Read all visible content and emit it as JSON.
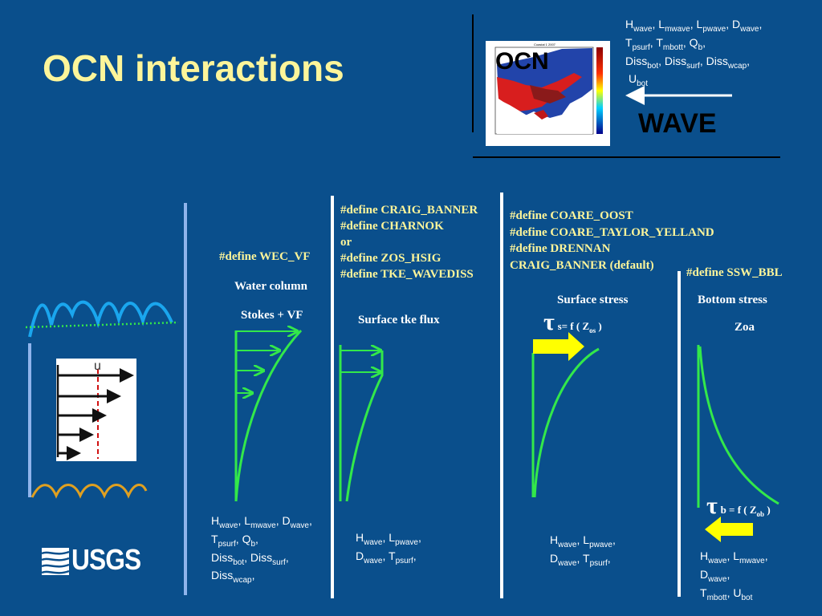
{
  "title": "OCN interactions",
  "top": {
    "ocn_label": "OCN",
    "wave_label": "WAVE",
    "map_caption": "Coastal 1 2007",
    "vars": {
      "l1": [
        "H",
        "wave",
        ", L",
        "mwave",
        ", L",
        "pwave",
        ", D",
        "wave",
        ","
      ],
      "l2": [
        "T",
        "psurf",
        ", T",
        "mbott",
        ", Q",
        "b",
        ","
      ],
      "l3": [
        "Diss",
        "bot",
        ", Diss",
        "surf",
        ", Diss",
        "wcap",
        ","
      ],
      "l4": [
        "U",
        "bot",
        ""
      ]
    }
  },
  "wec": {
    "define": "#define WEC_VF",
    "label1": "Water column",
    "label2": "Stokes + VF",
    "vars": {
      "l1": [
        "H",
        "wave",
        ", L",
        "mwave",
        ", D",
        "wave",
        ","
      ],
      "l2": [
        "T",
        "psurf",
        ", Q",
        "b",
        ","
      ],
      "l3": [
        "Diss",
        "bot",
        ", Diss",
        "surf",
        ","
      ],
      "l4": [
        "Diss",
        "wcap",
        ","
      ]
    }
  },
  "tke": {
    "defines": [
      "#define CRAIG_BANNER",
      "#define CHARNOK",
      "or",
      "#define ZOS_HSIG",
      "#define TKE_WAVEDISS"
    ],
    "label": "Surface tke flux",
    "vars": {
      "l1": [
        "H",
        "wave",
        ", L",
        "pwave",
        ","
      ],
      "l2": [
        "D",
        "wave",
        ", T",
        "psurf",
        ","
      ]
    }
  },
  "surface": {
    "defines": [
      "#define COARE_OOST",
      "#define COARE_TAYLOR_YELLAND",
      "#define DRENNAN",
      "CRAIG_BANNER (default)"
    ],
    "label": "Surface stress",
    "tau": "τ",
    "eq": [
      "s= f ( Z",
      "os",
      " )"
    ],
    "vars": {
      "l1": [
        "H",
        "wave",
        ", L",
        "pwave",
        ","
      ],
      "l2": [
        "D",
        "wave",
        ", T",
        "psurf",
        ","
      ]
    }
  },
  "bottom": {
    "define": "#define SSW_BBL",
    "label1": "Bottom stress",
    "label2": "Zoa",
    "tau": "τ",
    "eq": [
      "b = f ( Z",
      "ob",
      " )"
    ],
    "vars": {
      "l1": [
        "H",
        "wave",
        ", L",
        "mwave",
        ","
      ],
      "l2": [
        "D",
        "wave",
        ","
      ],
      "l3": [
        "T",
        "mbott",
        ", U",
        "bot",
        ""
      ]
    }
  },
  "inset_label": "u",
  "logo": "USGS",
  "colors": {
    "background": "#0a4f8c",
    "title": "#fdf59a",
    "profile_green": "#33e84a",
    "divider_blue": "#8fb4ec",
    "wave_cyan": "#1aa6ee",
    "wave_gold": "#e0a020",
    "arrow_yellow": "#ffff00"
  }
}
